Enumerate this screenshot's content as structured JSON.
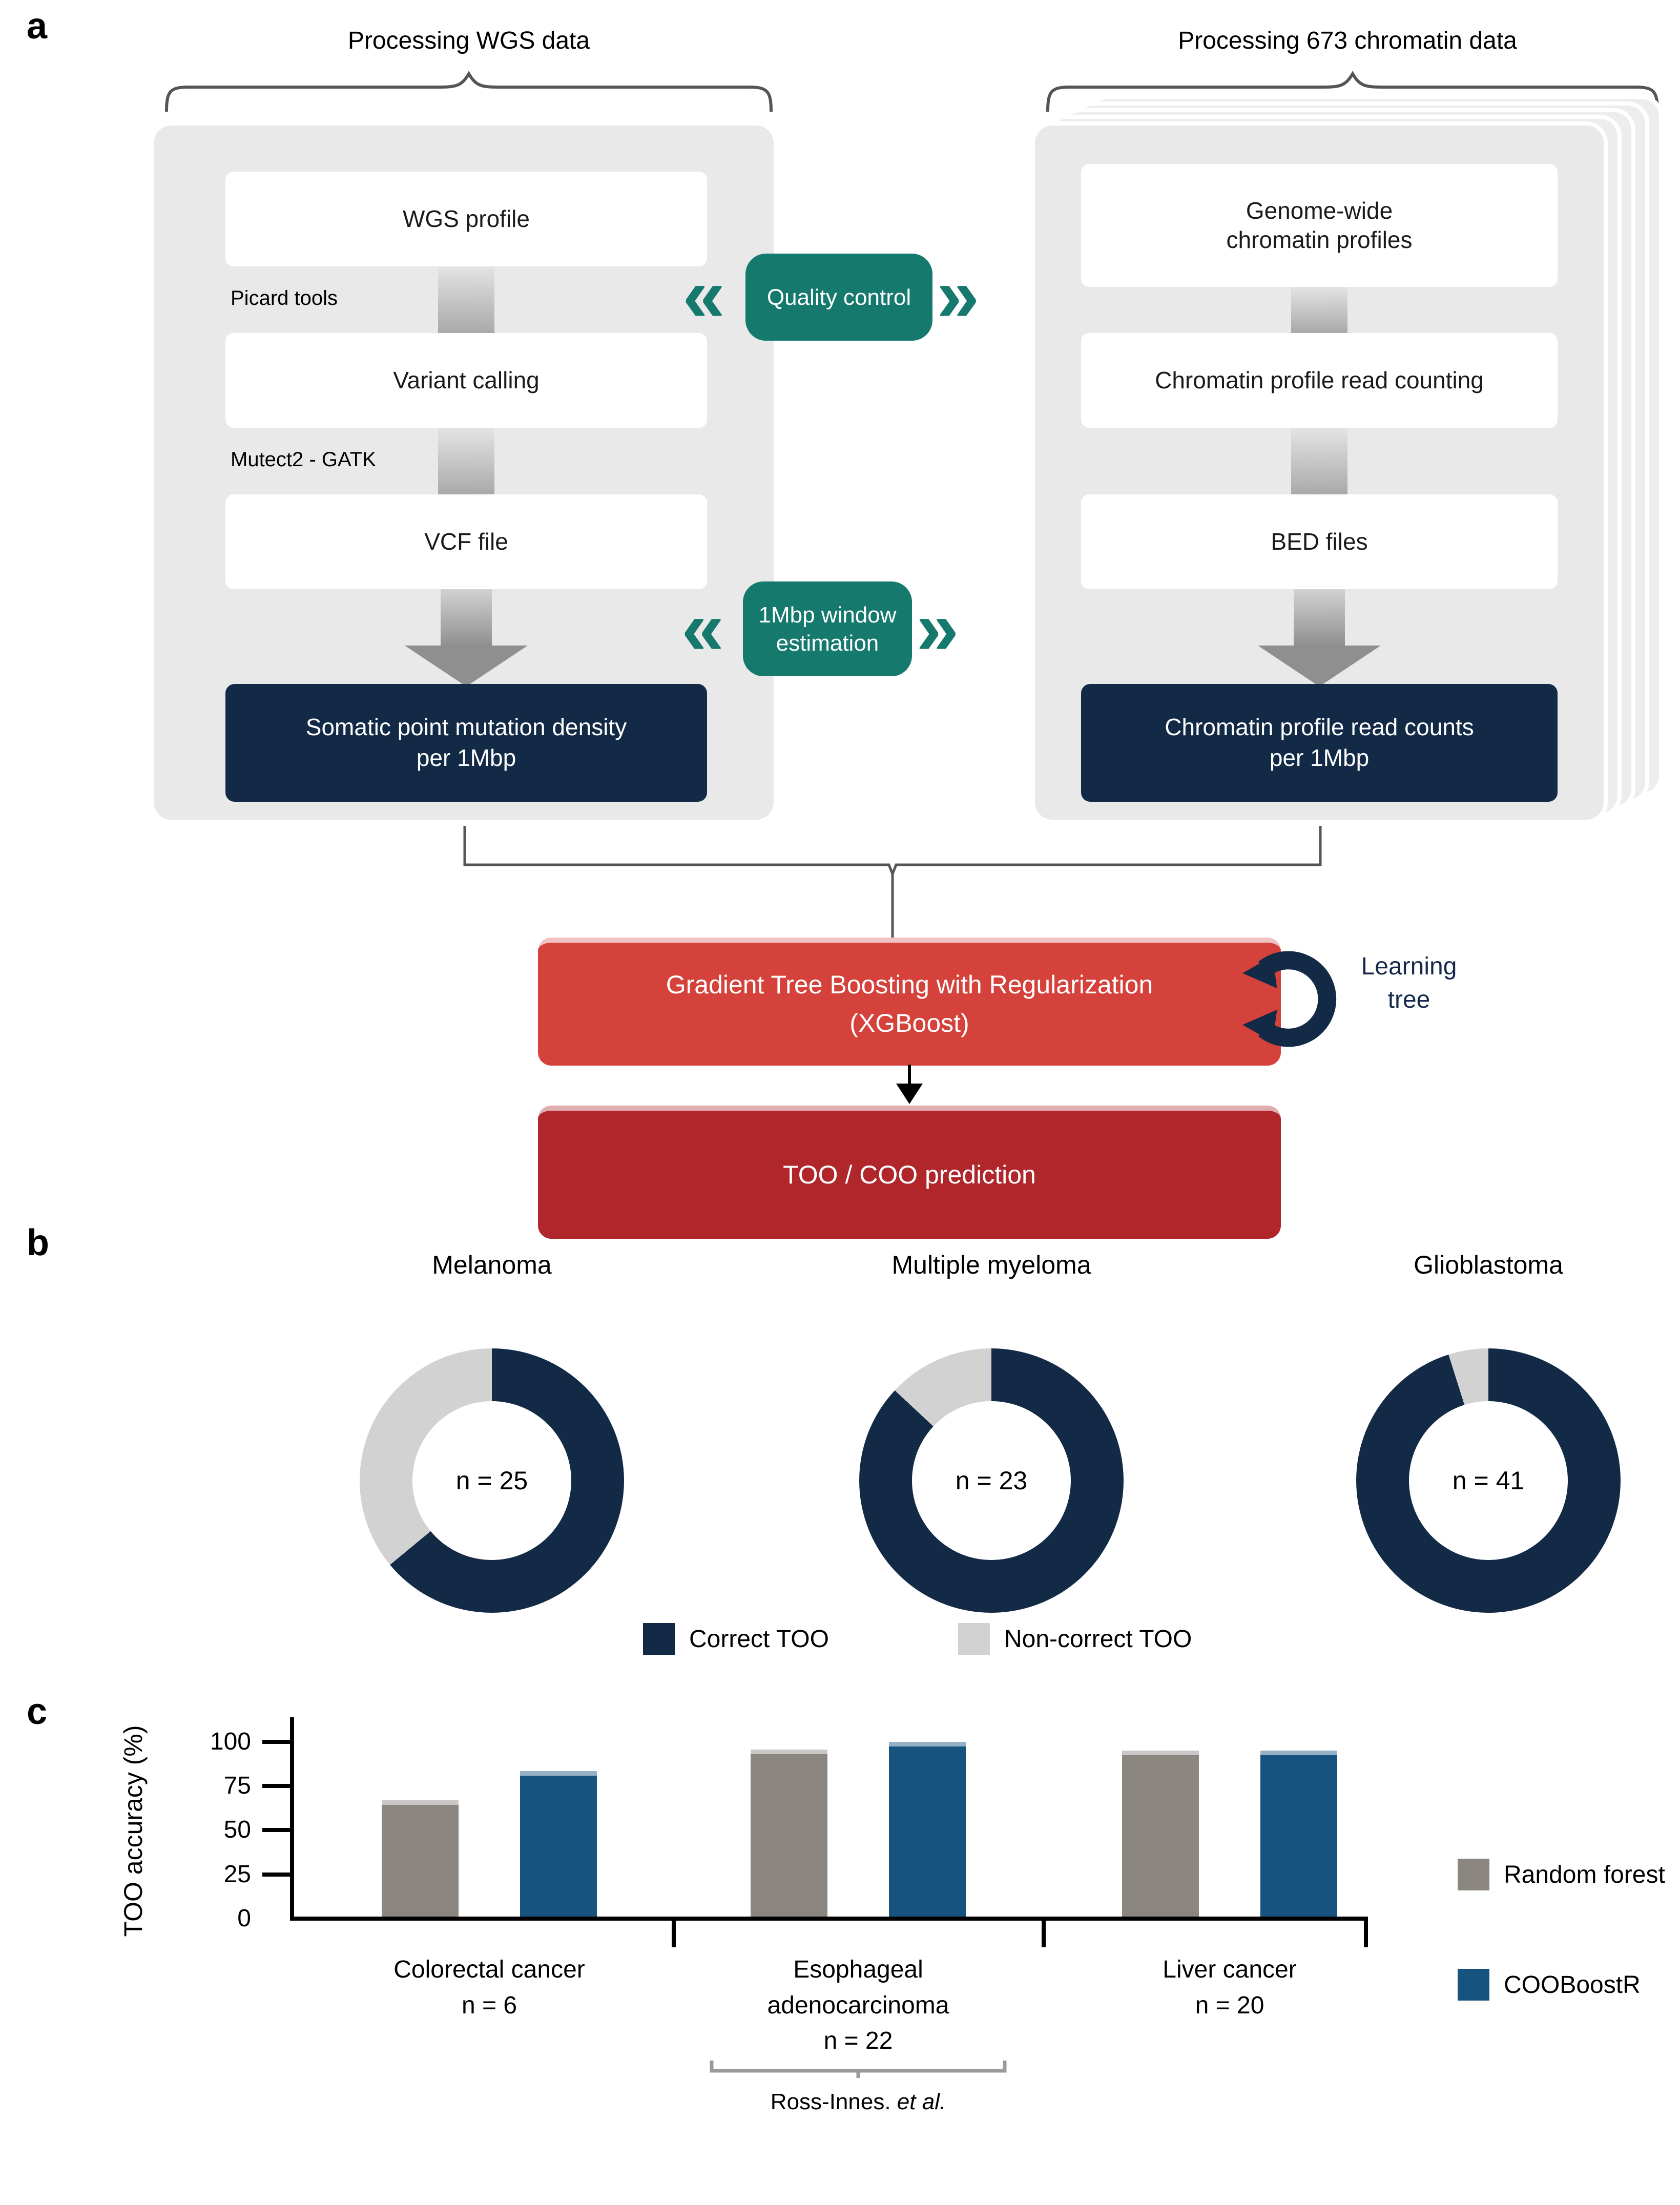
{
  "colors": {
    "navy": "#132a47",
    "teal": "#15796d",
    "red_bright": "#d5413b",
    "red_dark": "#b0262a",
    "panel_gray": "#e9e9e9",
    "donut_gray": "#d2d2d2",
    "bar_gray": "#8b8680",
    "bar_blue": "#17537f"
  },
  "panel_a": {
    "label": "a",
    "left": {
      "title": "Processing WGS data",
      "box1": "WGS profile",
      "tool1": "Picard tools",
      "box2": "Variant calling",
      "tool2": "Mutect2 - GATK",
      "box3": "VCF file",
      "result_line1": "Somatic point mutation density",
      "result_line2": "per 1Mbp"
    },
    "middle": {
      "qc_label": "Quality control",
      "window_line1": "1Mbp window",
      "window_line2": "estimation",
      "chevron_left": "«",
      "chevron_right": "»"
    },
    "right": {
      "title": "Processing 673 chromatin data",
      "box1_line1": "Genome-wide",
      "box1_line2": "chromatin profiles",
      "box2": "Chromatin profile read counting",
      "box3": "BED files",
      "result_line1": "Chromatin profile read counts",
      "result_line2": "per 1Mbp"
    },
    "boost_line1": "Gradient Tree Boosting with Regularization",
    "boost_line2": "(XGBoost)",
    "learning_line1": "Learning",
    "learning_line2": "tree",
    "prediction": "TOO / COO prediction"
  },
  "panel_b": {
    "label": "b",
    "legend_correct": "Correct TOO",
    "legend_noncorrect": "Non-correct TOO"
  },
  "panel_c": {
    "label": "c",
    "ylabel": "TOO accuracy (%)",
    "ticks": [
      "100",
      "75",
      "50",
      "25",
      "0"
    ],
    "group1_line1": "Colorectal cancer",
    "group1_line2": "n = 6",
    "group2_line1": "Esophageal",
    "group2_line2": "adenocarcinoma",
    "group2_line3": "n = 22",
    "group3_line1": "Liver cancer",
    "group3_line2": "n = 20",
    "ref_normal": "Ross-Innes.",
    "ref_italic": "et al.",
    "legend1": "Random forest",
    "legend2": "COOBoostR"
  },
  "chart_data": [
    {
      "type": "pie",
      "subtype": "donut",
      "title": "Melanoma",
      "n": 25,
      "n_label": "n = 25",
      "correct": 16,
      "non_correct": 9,
      "slices": [
        {
          "label": "Correct TOO",
          "value": 16
        },
        {
          "label": "Non-correct TOO",
          "value": 9
        }
      ]
    },
    {
      "type": "pie",
      "subtype": "donut",
      "title": "Multiple myeloma",
      "n": 23,
      "n_label": "n = 23",
      "correct": 20,
      "non_correct": 3,
      "slices": [
        {
          "label": "Correct TOO",
          "value": 20
        },
        {
          "label": "Non-correct TOO",
          "value": 3
        }
      ]
    },
    {
      "type": "pie",
      "subtype": "donut",
      "title": "Glioblastoma",
      "n": 41,
      "n_label": "n = 41",
      "correct": 39,
      "non_correct": 2,
      "slices": [
        {
          "label": "Correct TOO",
          "value": 39
        },
        {
          "label": "Non-correct TOO",
          "value": 2
        }
      ]
    },
    {
      "type": "bar",
      "title": "",
      "ylabel": "TOO accuracy (%)",
      "ylim": [
        0,
        100
      ],
      "yticks": [
        0,
        25,
        50,
        75,
        100
      ],
      "categories": [
        "Colorectal cancer (n = 6)",
        "Esophageal adenocarcinoma (n = 22)",
        "Liver cancer (n = 20)"
      ],
      "series": [
        {
          "name": "Random forest",
          "values": [
            66.7,
            95.5,
            95
          ]
        },
        {
          "name": "COOBoostR",
          "values": [
            83.3,
            100,
            95
          ]
        }
      ],
      "legend_position": "right",
      "grid": false,
      "annotation": "Ross-Innes. et al."
    }
  ]
}
